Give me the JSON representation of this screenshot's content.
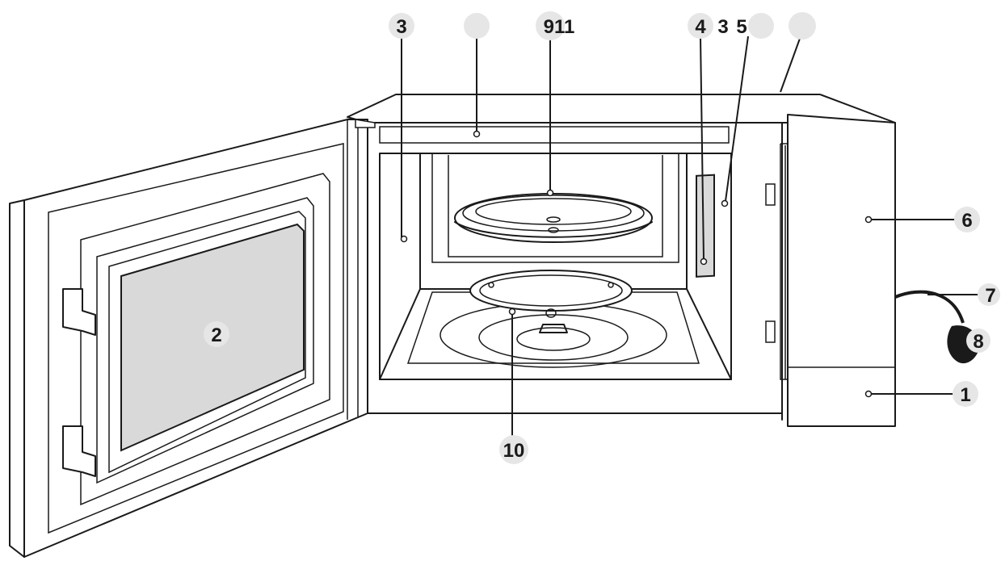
{
  "callouts": {
    "c1": "1",
    "c2": "2",
    "c3_left": "3",
    "c_blank_top": "",
    "c_911": "911",
    "c_4": "4",
    "c_3_right": "3",
    "c_5": "5",
    "c_blank_right1": "",
    "c_blank_right2": "",
    "c6": "6",
    "c7": "7",
    "c8": "8",
    "c10": "10"
  },
  "colors": {
    "outline": "#1a1a1a",
    "badge": "#e6e6e6",
    "glass": "#d9d9d9",
    "background": "#ffffff"
  }
}
